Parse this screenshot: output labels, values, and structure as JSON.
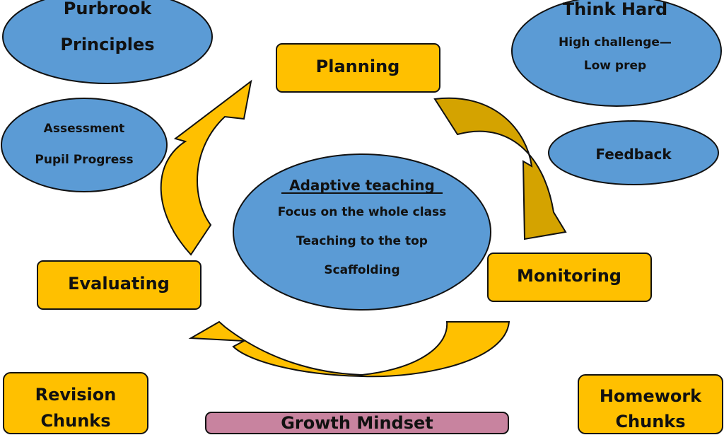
{
  "colors": {
    "blue": "#5b9bd5",
    "yellow": "#ffc000",
    "dark_yellow": "#d4a300",
    "pink": "#c8839f",
    "outline": "#111111"
  },
  "ovals": {
    "purbrook": {
      "line1": "Purbrook",
      "line2": "Principles"
    },
    "think_hard": {
      "title": "Think Hard",
      "line1": "High challenge—",
      "line2": "Low prep"
    },
    "assessment": {
      "line1": "Assessment",
      "line2": "Pupil Progress"
    },
    "feedback": {
      "label": "Feedback"
    },
    "center": {
      "title": "Adaptive teaching",
      "items": [
        "Focus on the whole class",
        "Teaching to the top",
        "Scaffolding"
      ]
    }
  },
  "boxes": {
    "planning": "Planning",
    "monitoring": "Monitoring",
    "evaluating": "Evaluating",
    "revision": {
      "line1": "Revision",
      "line2": "Chunks"
    },
    "homework": {
      "line1": "Homework",
      "line2": "Chunks"
    },
    "growth": "Growth Mindset"
  }
}
